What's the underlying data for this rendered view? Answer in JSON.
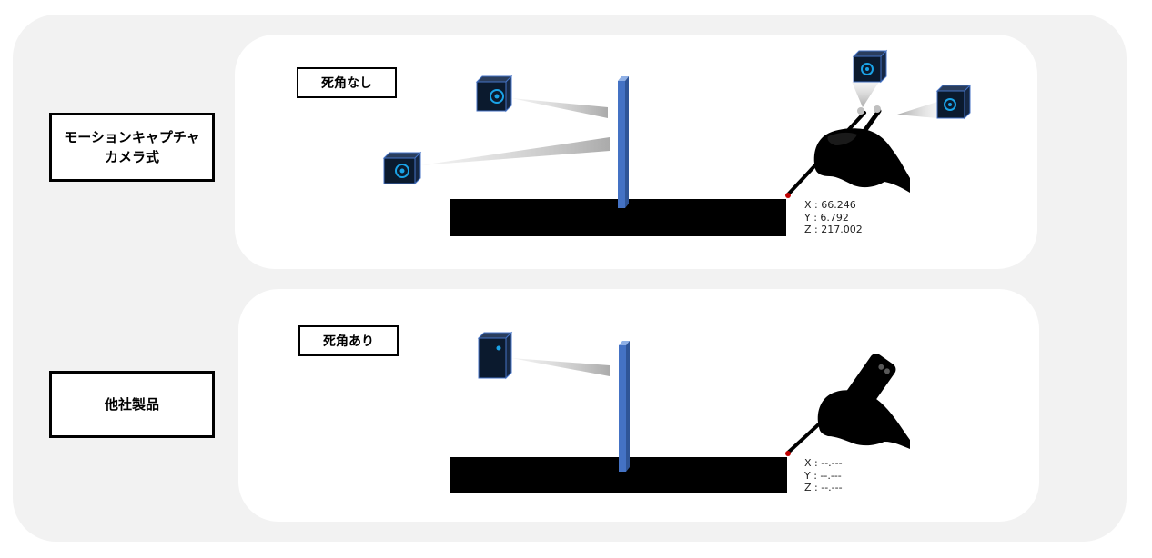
{
  "categories": [
    {
      "label_lines": [
        "モーションキャプチャ",
        "カメラ式"
      ],
      "tag": "死角なし",
      "coordinates": {
        "x": "X : 66.246",
        "y": "Y : 6.792",
        "z": "Z : 217.002"
      }
    },
    {
      "label_lines": [
        "他社製品"
      ],
      "tag": "死角あり",
      "coordinates": {
        "x": "X : --.---",
        "y": "Y : --.---",
        "z": "Z : --.---"
      }
    }
  ],
  "colors": {
    "background": "#f2f2f2",
    "panel": "#ffffff",
    "pillar": "#4472c4",
    "camera_body": "#0b1a2e",
    "camera_lens": "#1aa3e8",
    "ground": "#000000",
    "stylus_tip": "#c00000"
  },
  "icons": [
    "camera-icon",
    "hand-with-stylus-icon",
    "smartphone-probe-icon"
  ]
}
